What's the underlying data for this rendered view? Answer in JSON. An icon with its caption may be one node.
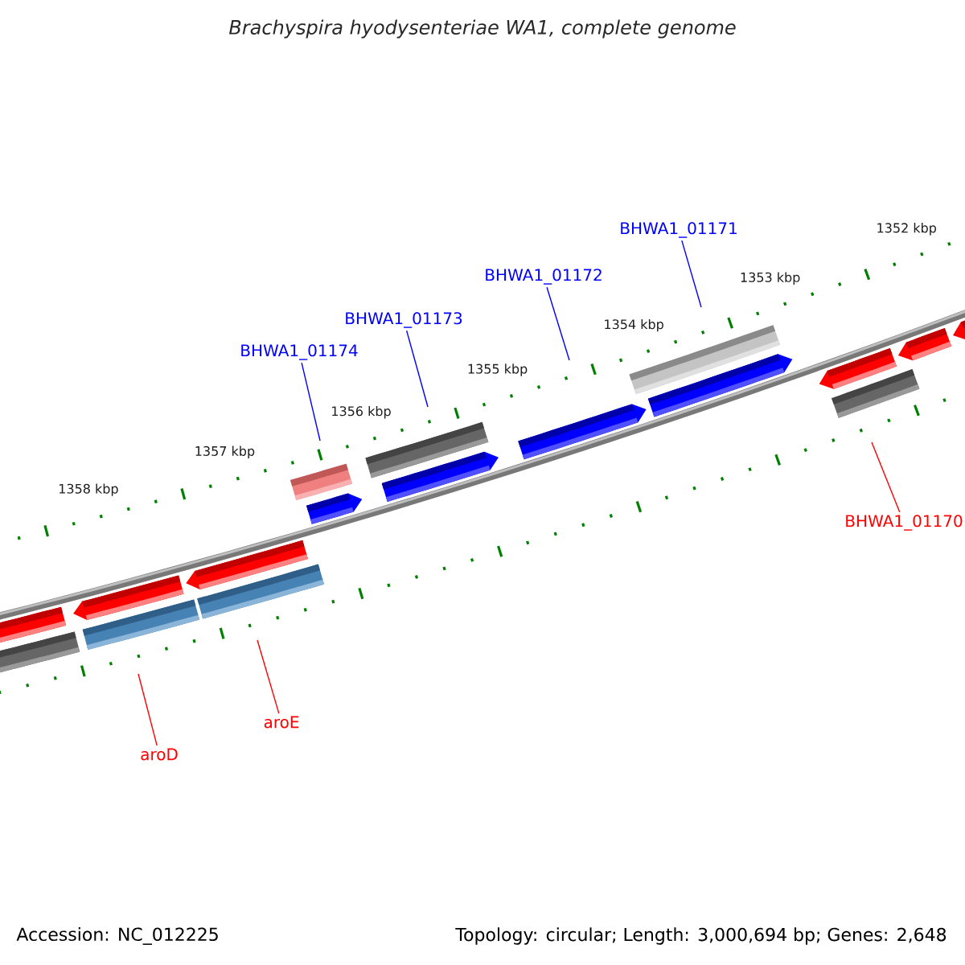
{
  "diagram": {
    "title": "Brachyspira hyodysenteriae WA1, complete genome",
    "nodes": [
      {
        "text": [
          "BHWA1_01174"
        ]
      },
      {
        "text": [
          "BHWA1_01173"
        ]
      },
      {
        "text": [
          "BHWA1_01172"
        ]
      },
      {
        "text": [
          "BHWA1_01171"
        ]
      },
      {
        "text": [
          "BHWA1_01170"
        ]
      },
      {
        "text": [
          "aroD"
        ]
      },
      {
        "text": [
          "aroE"
        ]
      }
    ],
    "edges": [
      {
        "from": 0,
        "to": null,
        "arrow": "none"
      },
      {
        "from": 1,
        "to": null,
        "arrow": "none"
      },
      {
        "from": 2,
        "to": null,
        "arrow": "none"
      },
      {
        "from": 3,
        "to": null,
        "arrow": "none"
      },
      {
        "from": 4,
        "to": null,
        "arrow": "none",
        "color": "#ff0000"
      },
      {
        "from": 5,
        "to": null,
        "arrow": "none",
        "color": "#ff0000"
      },
      {
        "from": 6,
        "to": null,
        "arrow": "none",
        "color": "#ff0000"
      }
    ],
    "labels": [
      "1352 kbp",
      "1353 kbp",
      "1354 kbp",
      "1355 kbp",
      "1356 kbp",
      "1357 kbp",
      "1358 kbp",
      "Accession: NC_012225",
      "Topology: circular; Length: 3,000,694 bp; Genes: 2,648"
    ]
  }
}
